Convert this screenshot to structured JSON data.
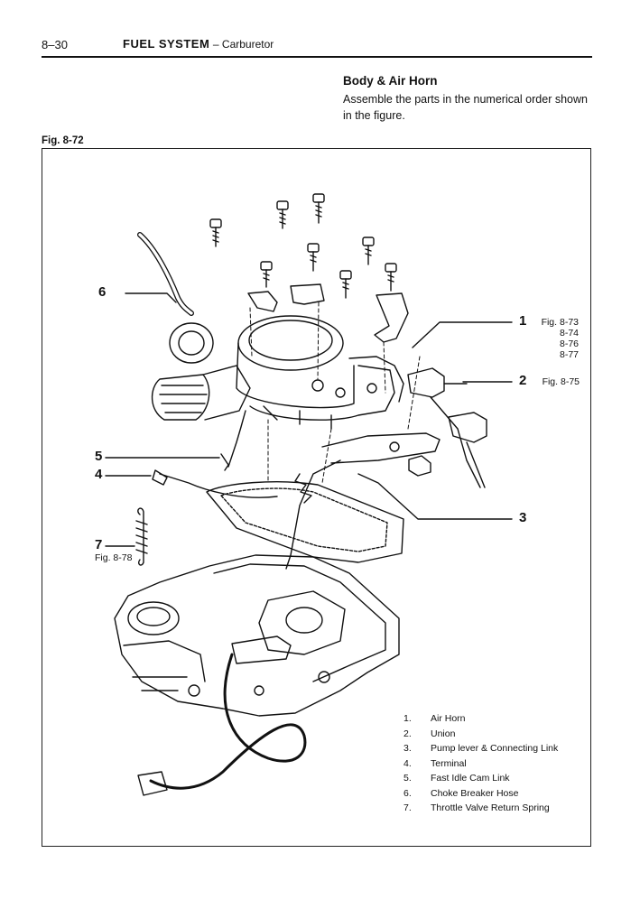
{
  "header": {
    "page_number": "8–30",
    "title": "FUEL SYSTEM",
    "subtitle": "– Carburetor"
  },
  "section": {
    "heading": "Body & Air Horn",
    "text": "Assemble the parts in the numerical order shown in the figure."
  },
  "figure": {
    "label": "Fig. 8-72",
    "callouts": [
      {
        "num": "1",
        "ref": "Fig. 8-73\n8-74\n8-76\n8-77"
      },
      {
        "num": "2",
        "ref": "Fig. 8-75"
      },
      {
        "num": "3",
        "ref": ""
      },
      {
        "num": "4",
        "ref": ""
      },
      {
        "num": "5",
        "ref": ""
      },
      {
        "num": "6",
        "ref": ""
      },
      {
        "num": "7",
        "ref": "Fig. 8-78"
      }
    ],
    "legend": [
      {
        "num": "1.",
        "label": "Air Horn"
      },
      {
        "num": "2.",
        "label": "Union"
      },
      {
        "num": "3.",
        "label": "Pump lever & Connecting Link"
      },
      {
        "num": "4.",
        "label": "Terminal"
      },
      {
        "num": "5.",
        "label": "Fast Idle Cam Link"
      },
      {
        "num": "6.",
        "label": "Choke Breaker Hose"
      },
      {
        "num": "7.",
        "label": "Throttle Valve Return Spring"
      }
    ]
  }
}
